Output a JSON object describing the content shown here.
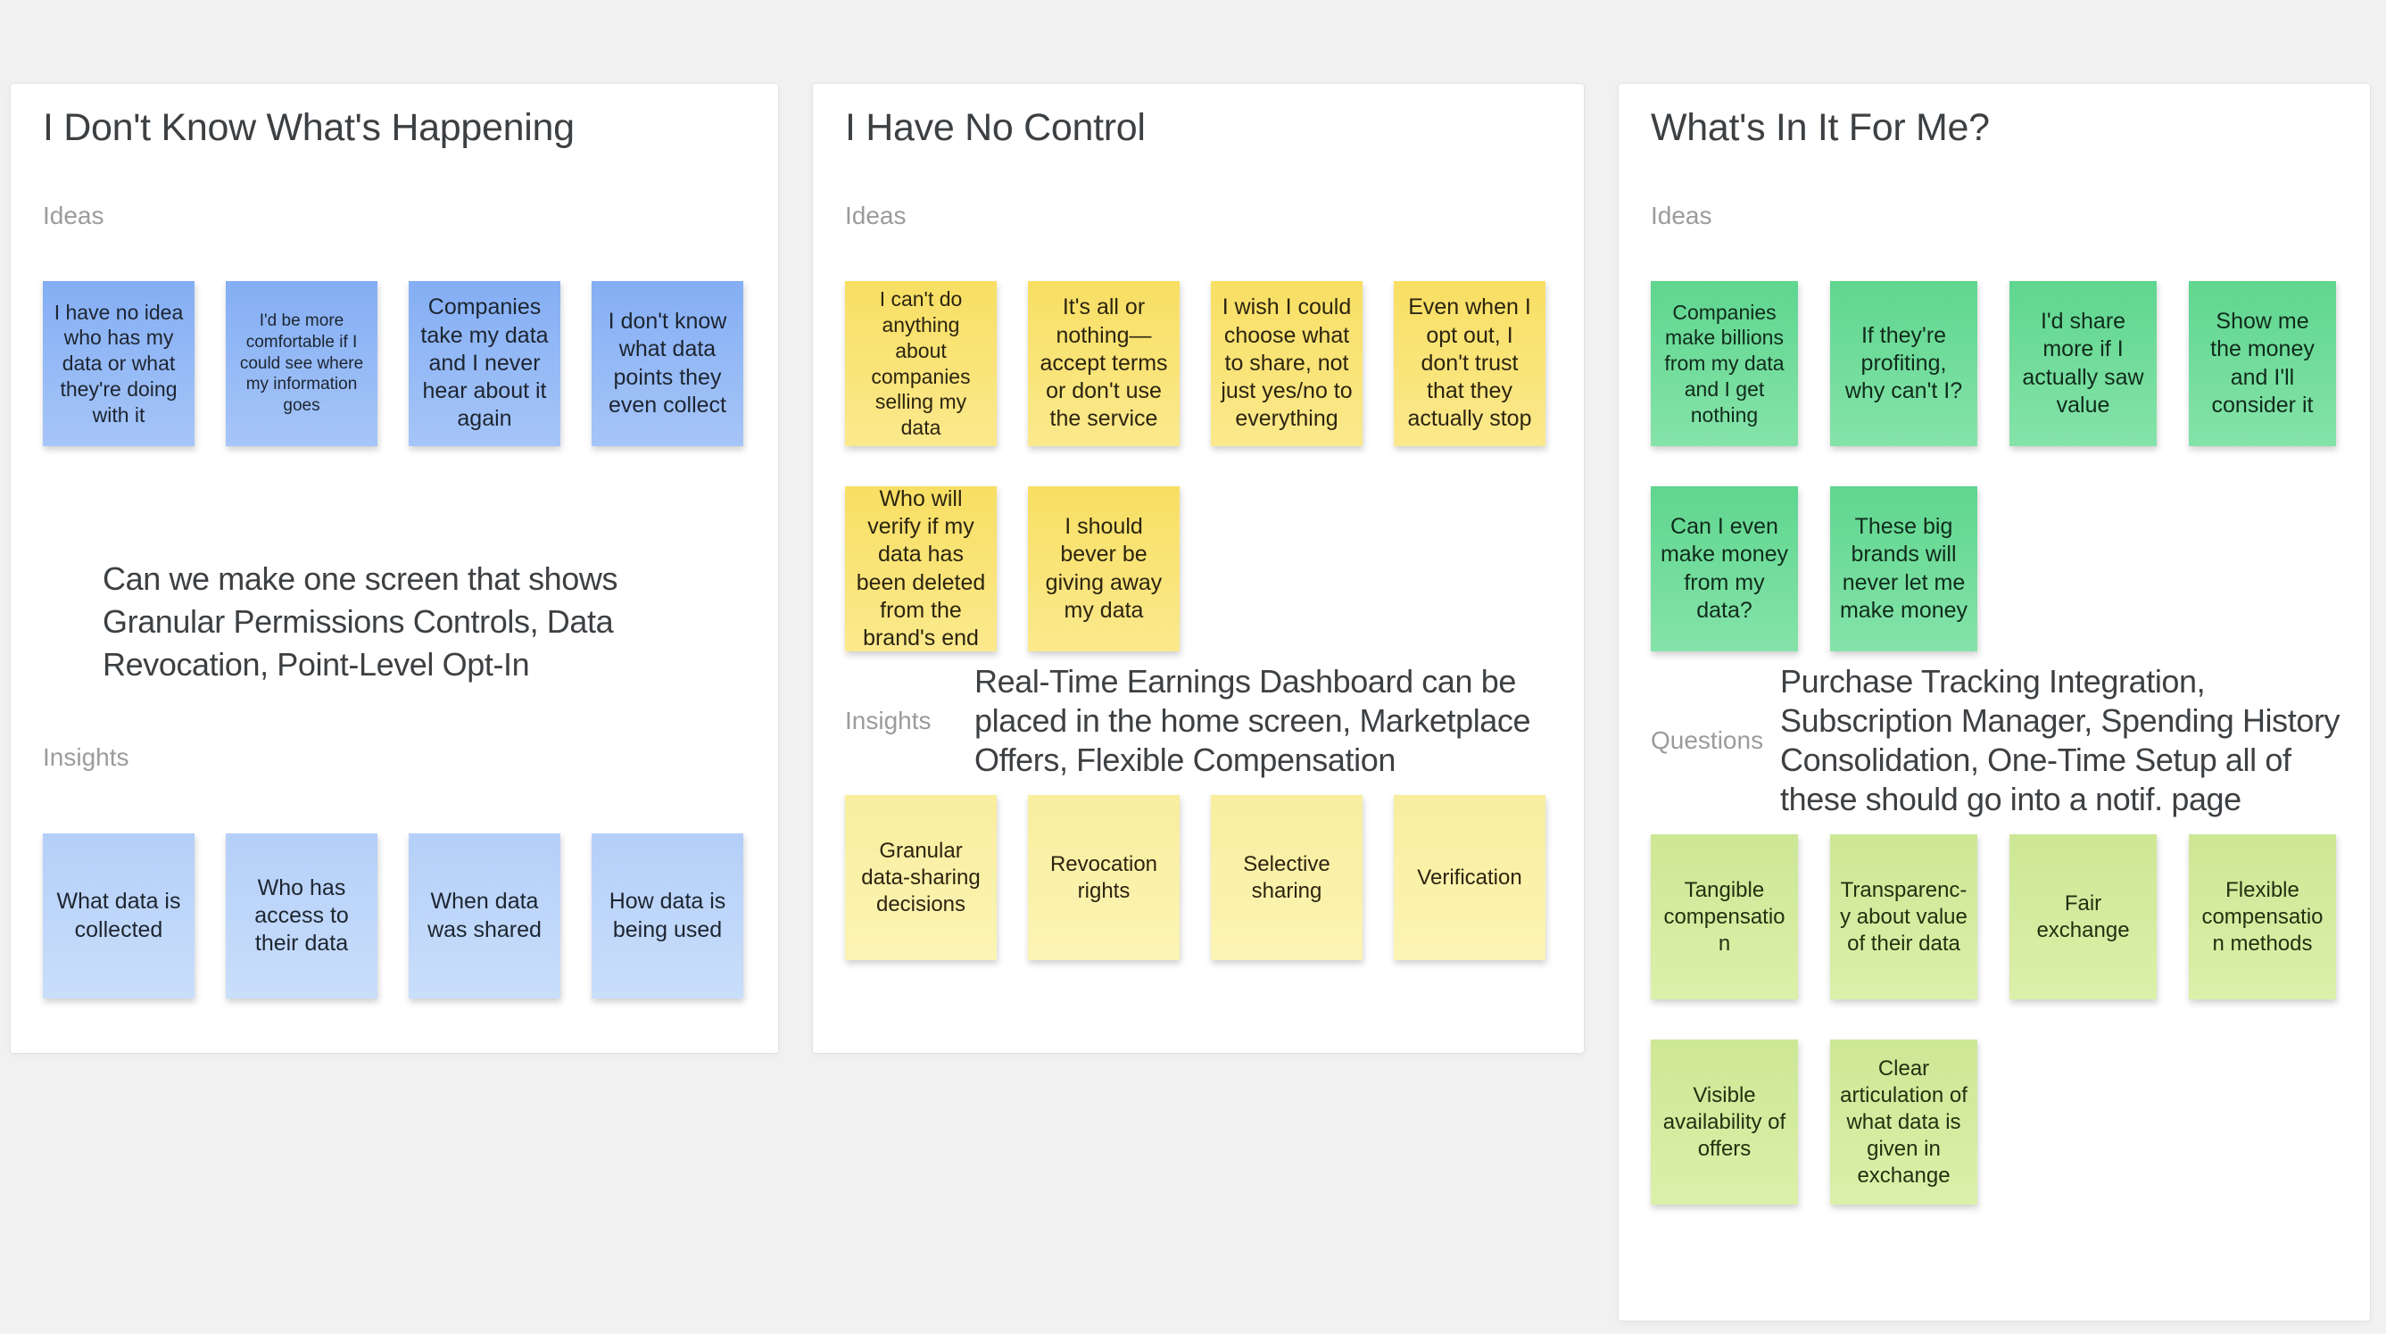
{
  "canvas": {
    "background": "#f1f1f1"
  },
  "palettes": {
    "blue": {
      "top": "#84aef4",
      "bottom": "#a6c5f8",
      "text": "#1d2530"
    },
    "blue_light": {
      "top": "#b4cff8",
      "bottom": "#c9defb",
      "text": "#1d2530"
    },
    "yellow": {
      "top": "#f8df63",
      "bottom": "#fbe98d",
      "text": "#2c2410"
    },
    "yellow_light": {
      "top": "#f8ee9e",
      "bottom": "#fcf4b4",
      "text": "#2c2410"
    },
    "green": {
      "top": "#5fd68f",
      "bottom": "#85e3a9",
      "text": "#102b1b"
    },
    "green_light": {
      "top": "#cde795",
      "bottom": "#dbf0a9",
      "text": "#223010"
    }
  },
  "boards": [
    {
      "title": "I Don't Know What's Happening",
      "layout": "statement-middle",
      "tall": false,
      "ideas": {
        "label": "Ideas",
        "palette": "blue",
        "notes": [
          {
            "text": "I have no idea who has my data or what they're doing with it"
          },
          {
            "text": "I'd be more comfortable if I could see where my information goes",
            "small": true
          },
          {
            "text": "Companies take my data and I never hear about it again",
            "large": true
          },
          {
            "text": "I don't know what data points they even collect",
            "large": true
          }
        ]
      },
      "statement": "Can we make one screen that shows Granular Permissions Controls, Data Revocation, Point-Level Opt-In",
      "insights": {
        "label": "Insights",
        "palette": "blue_light",
        "notes": [
          {
            "text": "What data is collected"
          },
          {
            "text": "Who has access to their data"
          },
          {
            "text": "When data was shared"
          },
          {
            "text": "How data is being used"
          }
        ]
      }
    },
    {
      "title": "I Have No Control",
      "layout": "statement-beside",
      "tall": false,
      "ideas": {
        "label": "Ideas",
        "palette": "yellow",
        "notes": [
          {
            "text": "I can't do anything about companies selling my data"
          },
          {
            "text": "It's all or nothing— accept terms or don't use the service",
            "large": true
          },
          {
            "text": "I wish I could choose what to share, not just yes/no to everything",
            "large": true
          },
          {
            "text": "Even when I opt out, I don't trust that they actually stop",
            "large": true
          },
          {
            "text": "Who will verify if my data has been deleted from the brand's end",
            "large": true
          },
          {
            "text": "I should bever be giving away my data",
            "large": true
          }
        ]
      },
      "statement": "Real-Time Earnings Dashboard can be placed in the home screen, Marketplace Offers, Flexible Compensation",
      "insights": {
        "label": "Insights",
        "palette": "yellow_light",
        "notes": [
          {
            "text": "Granular data-sharing decisions"
          },
          {
            "text": "Revocation rights"
          },
          {
            "text": "Selective sharing"
          },
          {
            "text": "Verification"
          }
        ]
      }
    },
    {
      "title": "What's In It For Me?",
      "layout": "statement-beside",
      "tall": true,
      "ideas": {
        "label": "Ideas",
        "palette": "green",
        "notes": [
          {
            "text": "Companies make billions from my data and I get nothing"
          },
          {
            "text": "If they're profiting, why can't I?",
            "large": true
          },
          {
            "text": "I'd share more if I actually saw value",
            "large": true
          },
          {
            "text": "Show me the money and I'll consider it",
            "large": true
          },
          {
            "text": "Can I even make money from my data?",
            "large": true
          },
          {
            "text": "These big brands will never let me make money",
            "large": true
          }
        ]
      },
      "statement": "Purchase Tracking Integration, Subscription Manager, Spending History Consolidation, One-Time Setup all of these should go into a notif. page",
      "insights": {
        "label": "Questions",
        "palette": "green_light",
        "notes": [
          {
            "text": "Tangible compensatio n"
          },
          {
            "text": "Transparenc-y about value of their data"
          },
          {
            "text": "Fair exchange"
          },
          {
            "text": "Flexible compensatio n methods"
          },
          {
            "text": "Visible availability of offers"
          },
          {
            "text": "Clear articulation of what data is given in exchange"
          }
        ]
      }
    }
  ]
}
